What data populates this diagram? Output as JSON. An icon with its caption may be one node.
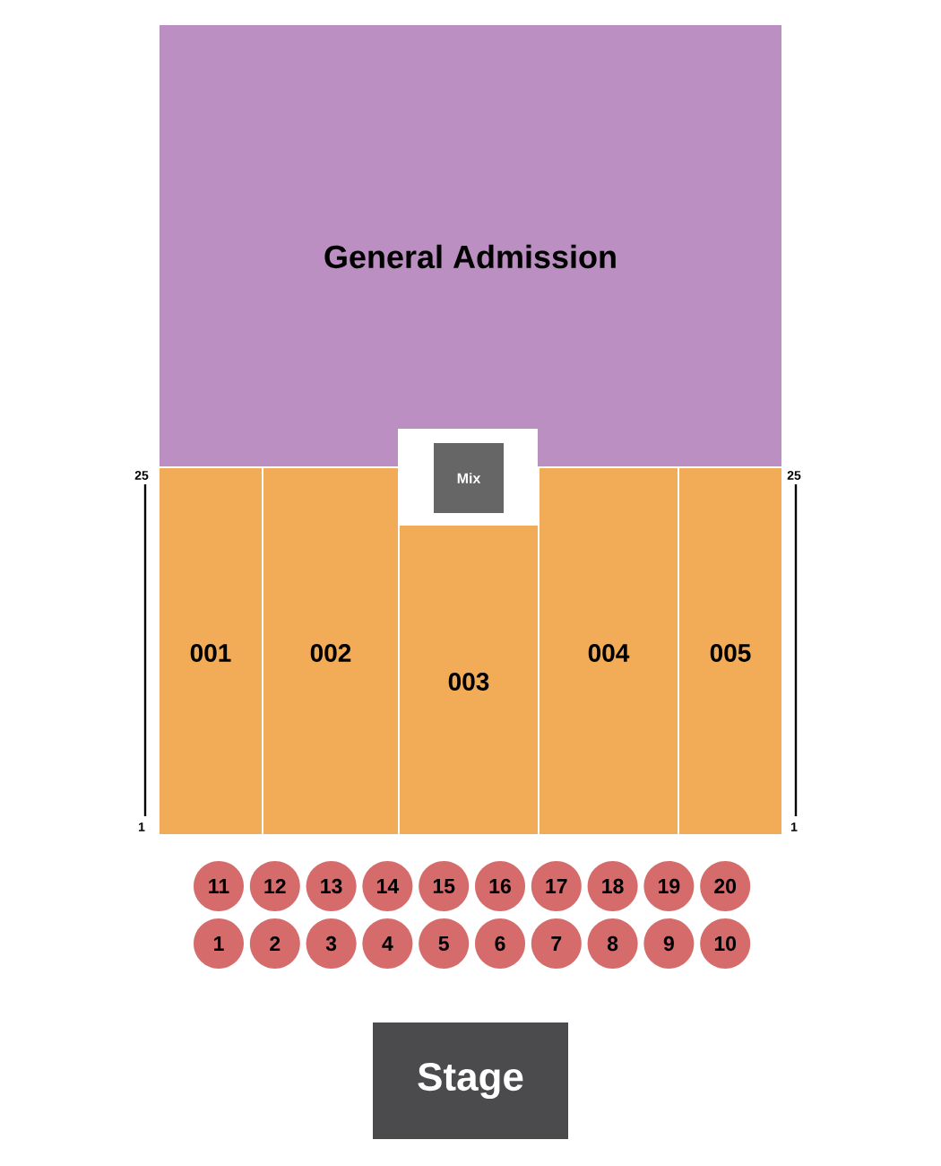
{
  "diagram": {
    "nodes": [
      {
        "text": [
          "General Admission"
        ]
      },
      {
        "text": [
          "Mix"
        ]
      },
      {
        "text": [
          "001"
        ]
      },
      {
        "text": [
          "002"
        ]
      },
      {
        "text": [
          "003"
        ]
      },
      {
        "text": [
          "004"
        ]
      },
      {
        "text": [
          "005"
        ]
      },
      {
        "text": [
          "11"
        ]
      },
      {
        "text": [
          "12"
        ]
      },
      {
        "text": [
          "13"
        ]
      },
      {
        "text": [
          "14"
        ]
      },
      {
        "text": [
          "15"
        ]
      },
      {
        "text": [
          "16"
        ]
      },
      {
        "text": [
          "17"
        ]
      },
      {
        "text": [
          "18"
        ]
      },
      {
        "text": [
          "19"
        ]
      },
      {
        "text": [
          "20"
        ]
      },
      {
        "text": [
          "1"
        ]
      },
      {
        "text": [
          "2"
        ]
      },
      {
        "text": [
          "3"
        ]
      },
      {
        "text": [
          "4"
        ]
      },
      {
        "text": [
          "5"
        ]
      },
      {
        "text": [
          "6"
        ]
      },
      {
        "text": [
          "7"
        ]
      },
      {
        "text": [
          "8"
        ]
      },
      {
        "text": [
          "9"
        ]
      },
      {
        "text": [
          "10"
        ]
      },
      {
        "text": [
          "Stage"
        ]
      }
    ],
    "labels": [
      "25",
      "25",
      "1",
      "1"
    ]
  }
}
